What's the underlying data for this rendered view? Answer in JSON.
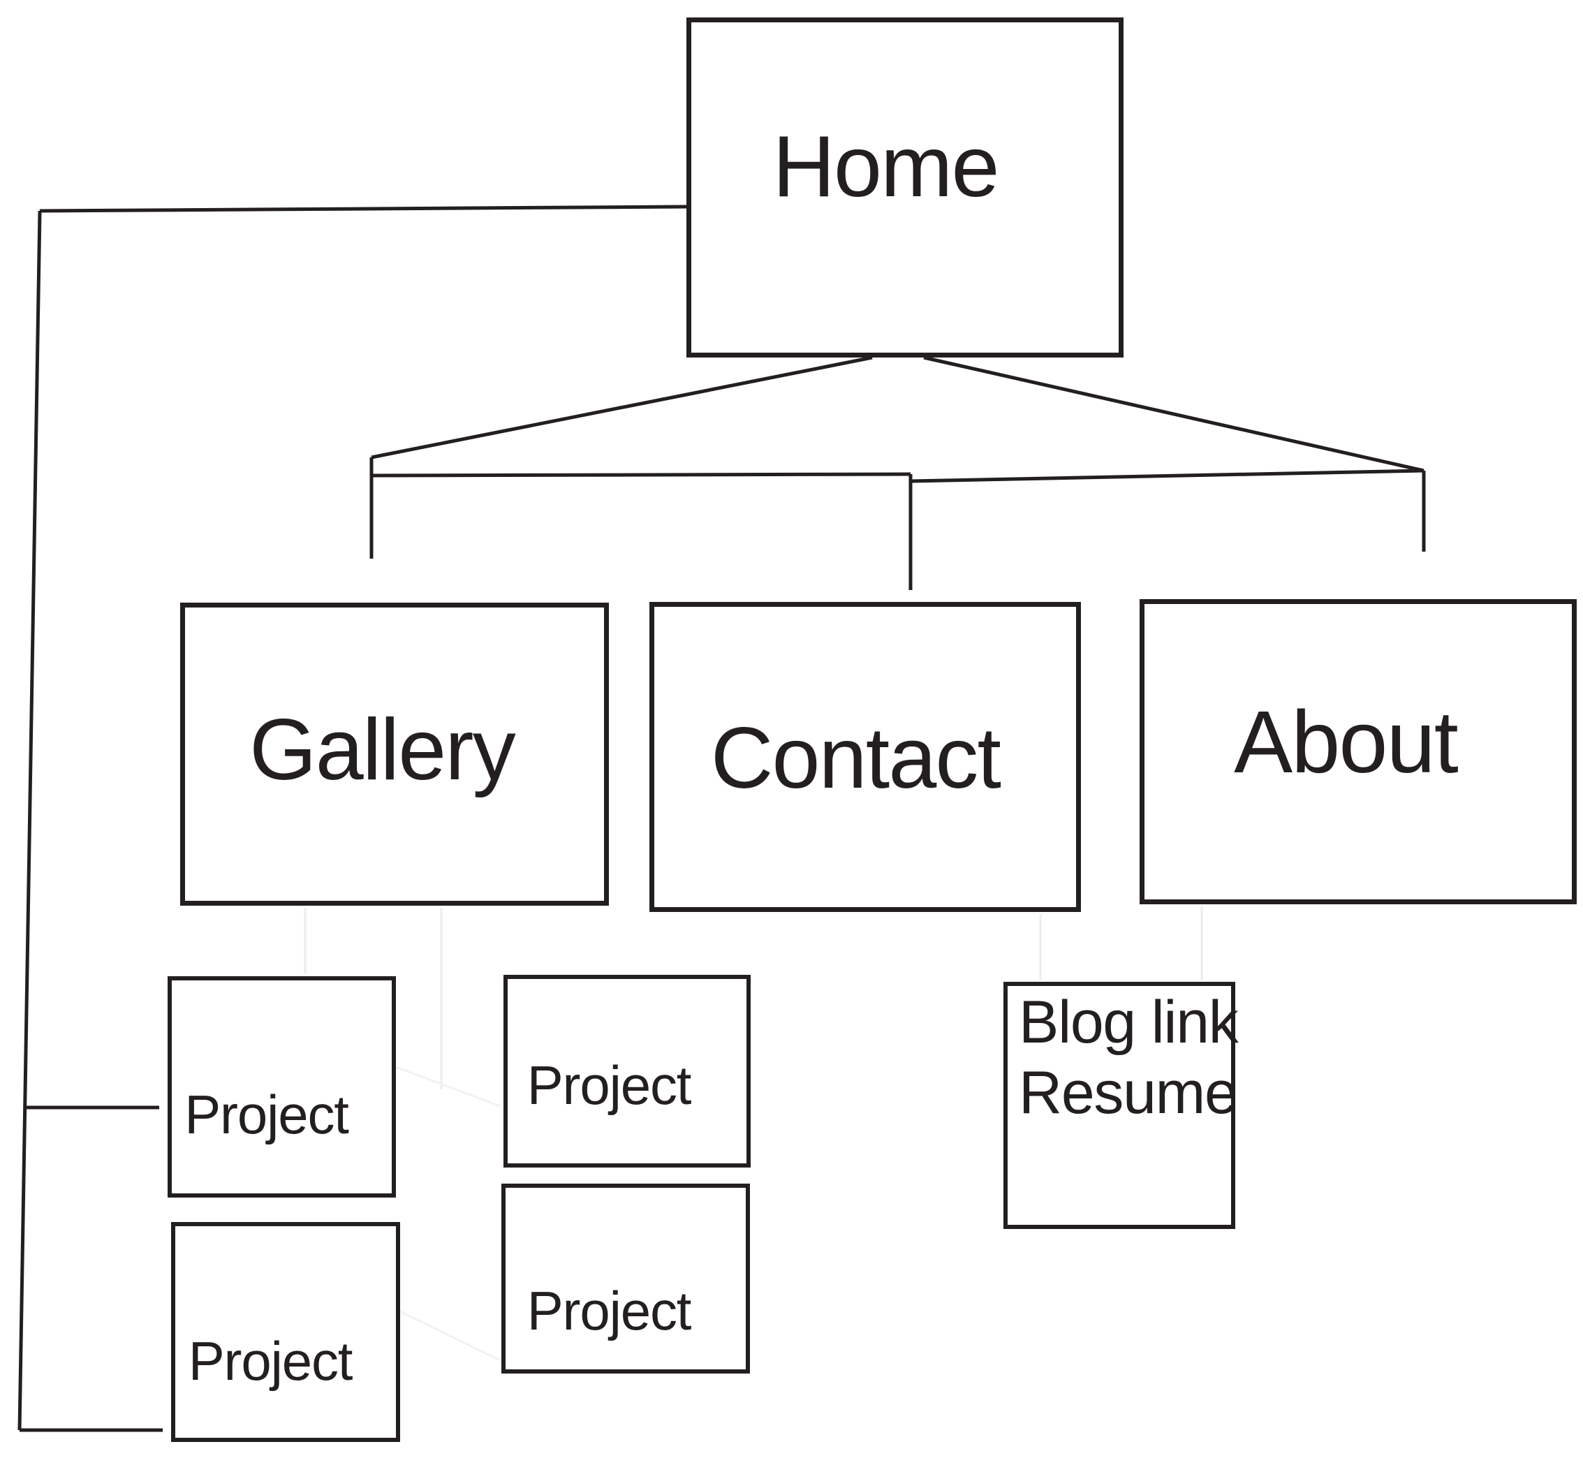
{
  "diagram": {
    "title": "Website sitemap flowchart",
    "colors": {
      "stroke": "#231f20",
      "faint_line": "#ececec",
      "background": "#ffffff"
    },
    "nodes": {
      "home": {
        "label": "Home"
      },
      "gallery": {
        "label": "Gallery"
      },
      "contact": {
        "label": "Contact"
      },
      "about": {
        "label": "About"
      },
      "project1": {
        "label": "Project"
      },
      "project2": {
        "label": "Project"
      },
      "project3": {
        "label": "Project"
      },
      "project4": {
        "label": "Project"
      },
      "blog": {
        "line1": "Blog link",
        "line2": "Resume"
      }
    }
  }
}
